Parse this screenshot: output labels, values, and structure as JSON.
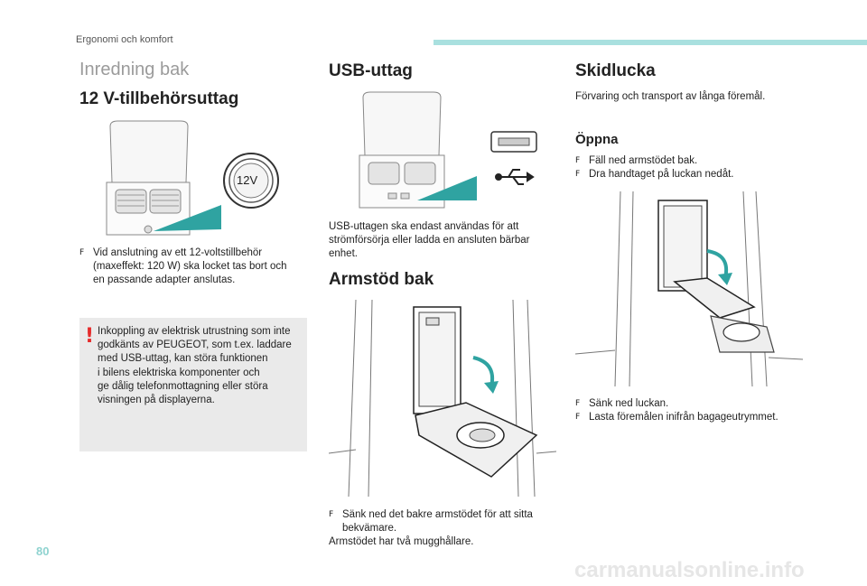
{
  "header": {
    "section": "Ergonomi och komfort",
    "accent_color": "#a9e0df"
  },
  "col1": {
    "title": "Inredning bak",
    "heading": "12 V-tillbehörsuttag",
    "socket_label": "12V",
    "bullet": [
      "Vid anslutning av ett 12-voltstillbehör",
      "(maxeffekt: 120 W) ska locket tas bort och",
      "en passande adapter anslutas."
    ],
    "warning_icon": "warning-exclamation",
    "warning_lines": [
      "Inkoppling av elektrisk utrustning som inte",
      "godkänts av PEUGEOT, som t.ex. laddare",
      "med USB-uttag, kan störa funktionen",
      "i bilens elektriska komponenter och",
      "ge dålig telefonmottagning eller störa",
      "visningen på displayerna."
    ]
  },
  "col2": {
    "usb_heading": "USB-uttag",
    "usb_text": [
      "USB-uttagen ska endast användas för att",
      "strömförsörja eller ladda en ansluten bärbar",
      "enhet."
    ],
    "armrest_heading": "Armstöd bak",
    "armrest_bullet": [
      "Sänk ned det bakre armstödet för att sitta",
      "bekvämare."
    ],
    "armrest_note": "Armstödet har två mugghållare."
  },
  "col3": {
    "heading": "Skidlucka",
    "intro": "Förvaring och transport av långa föremål.",
    "open_heading": "Öppna",
    "open_steps": [
      "Fäll ned armstödet bak.",
      "Dra handtaget på luckan nedåt."
    ],
    "after_steps": [
      "Sänk ned luckan.",
      "Lasta föremålen inifrån bagageutrymmet."
    ]
  },
  "footer": {
    "page_number": "80",
    "watermark": "carmanualsonline.info"
  },
  "bullet_glyph": "F"
}
